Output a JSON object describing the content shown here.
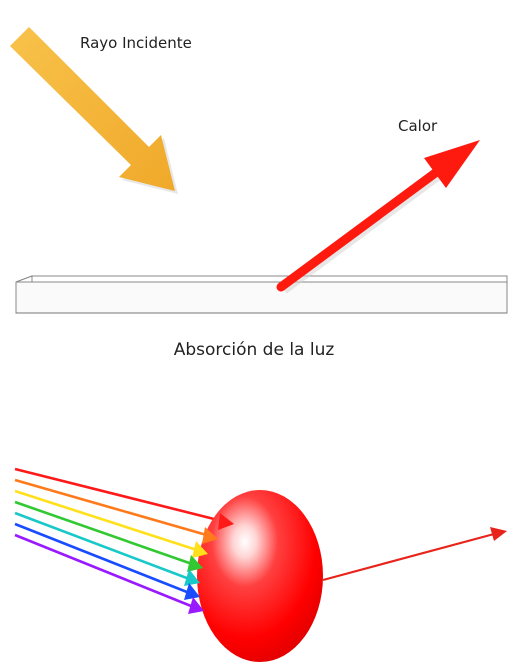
{
  "labels": {
    "incident_ray": "Rayo Incidente",
    "heat": "Calor",
    "caption": "Absorción de la luz"
  },
  "colors": {
    "incident_arrow": "#f5b63a",
    "heat_arrow": "#ff1a0f",
    "sphere": "#ff0000",
    "exit_ray": "#e8231a",
    "spectrum": [
      "#ff1a1a",
      "#ff7a1a",
      "#ffe01a",
      "#32c832",
      "#19c8c8",
      "#1a4cff",
      "#9a1aff"
    ]
  },
  "icons": {
    "incident": "incident-ray-arrow",
    "heat": "heat-arrow",
    "surface": "flat-surface",
    "sphere": "absorbing-sphere"
  }
}
